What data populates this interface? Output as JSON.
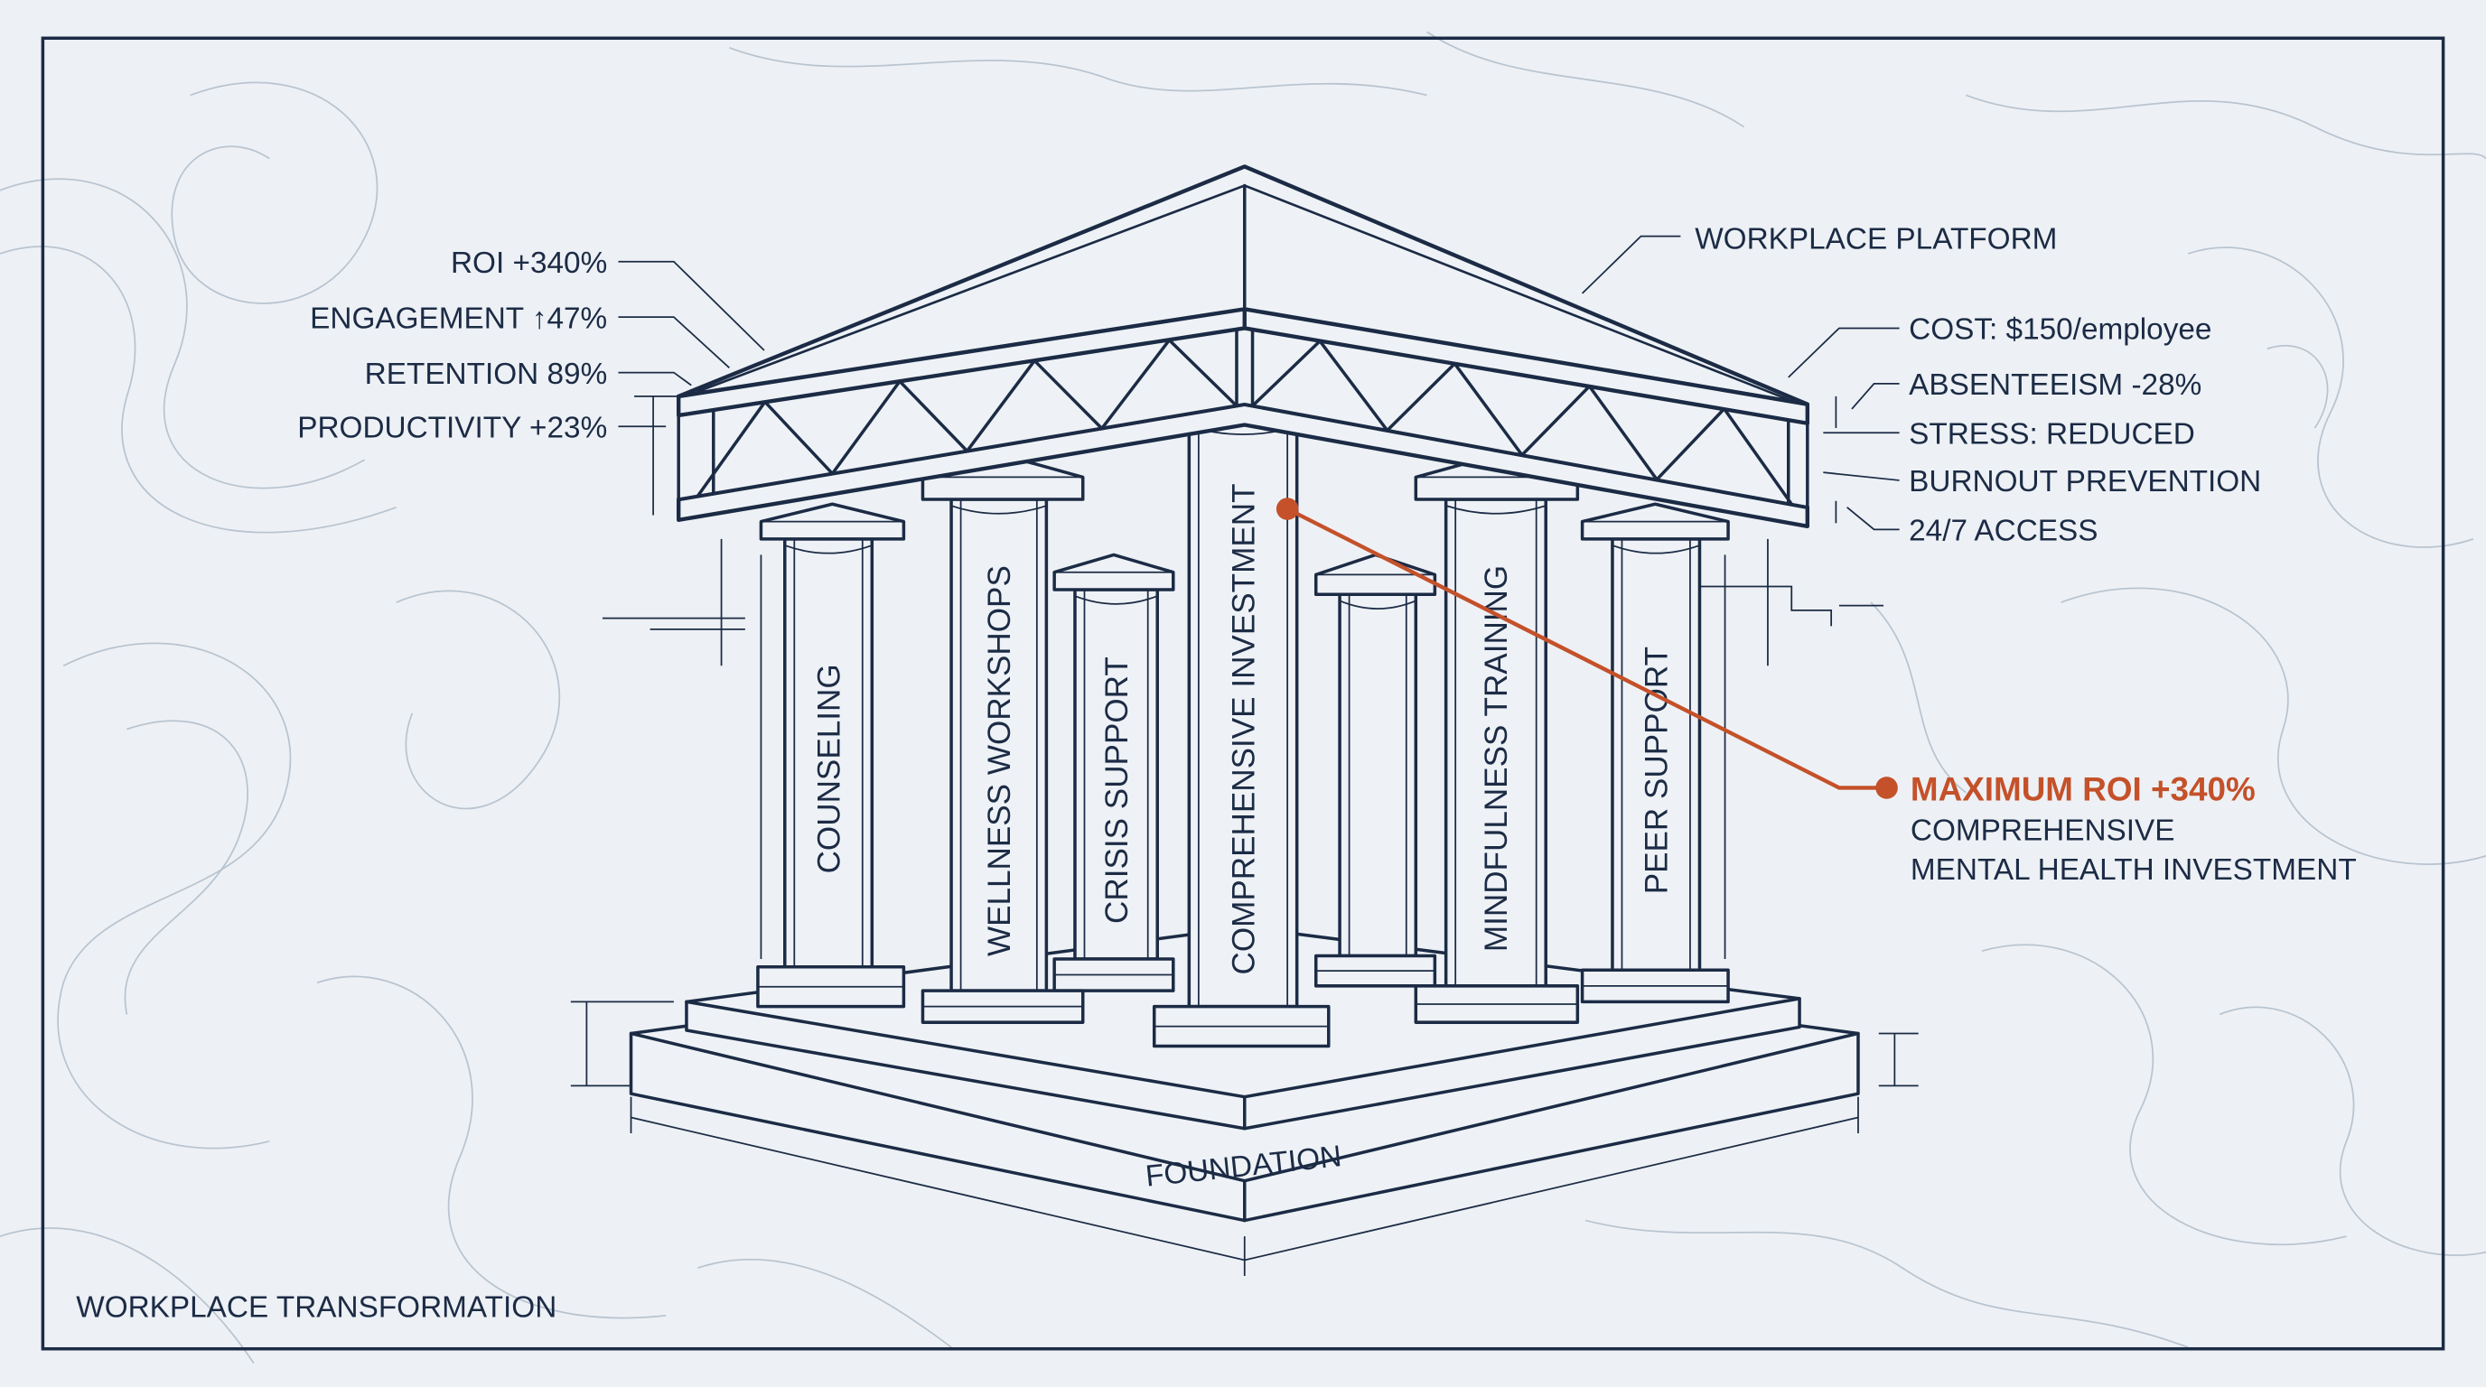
{
  "title": "WORKPLACE TRANSFORMATION",
  "roof_label": "WORKPLACE PLATFORM",
  "foundation_label": "FOUNDATION",
  "left_metrics": [
    "ROI +340%",
    "ENGAGEMENT ↑47%",
    "RETENTION 89%",
    "PRODUCTIVITY +23%"
  ],
  "right_metrics": [
    "COST: $150/employee",
    "ABSENTEEISM -28%",
    "STRESS: REDUCED",
    "BURNOUT PREVENTION",
    "24/7 ACCESS"
  ],
  "pillars": [
    "COUNSELING",
    "WELLNESS WORKSHOPS",
    "CRISIS SUPPORT",
    "COMPREHENSIVE INVESTMENT",
    "MINDFULNESS TRAINING",
    "PEER SUPPORT"
  ],
  "highlight": {
    "headline": "MAXIMUM ROI +340%",
    "line1": "COMPREHENSIVE",
    "line2": "MENTAL HEALTH INVESTMENT",
    "color": "#c4512a"
  },
  "colors": {
    "ink": "#1c2b45",
    "background": "#edf1f5",
    "accent": "#c4512a"
  }
}
